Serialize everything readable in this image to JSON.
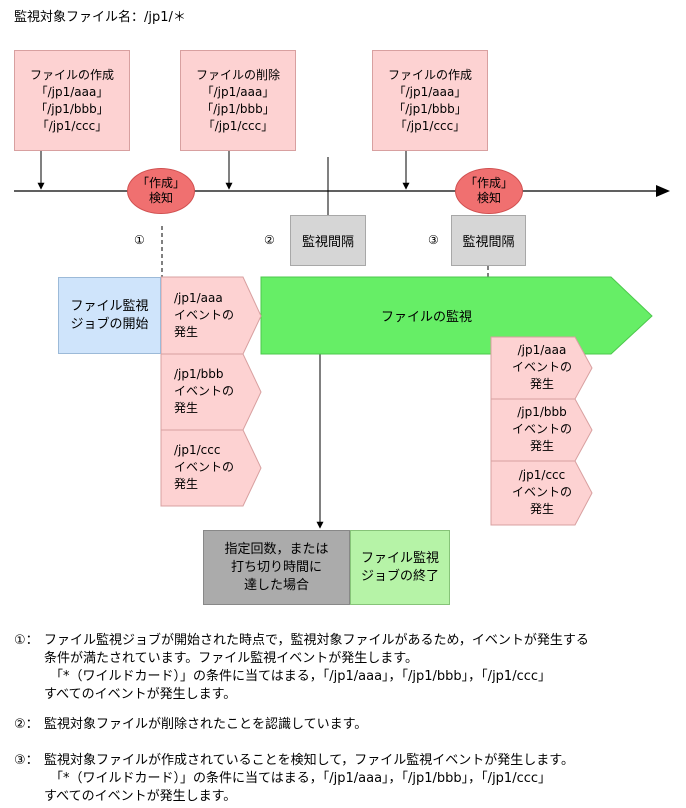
{
  "title": "監視対象ファイル名：/jp1/＊",
  "top_boxes": [
    {
      "lines": [
        "ファイルの作成",
        "「/jp1/aaa」",
        "「/jp1/bbb」",
        "「/jp1/ccc」"
      ]
    },
    {
      "lines": [
        "ファイルの削除",
        "「/jp1/aaa」",
        "「/jp1/bbb」",
        "「/jp1/ccc」"
      ]
    },
    {
      "lines": [
        "ファイルの作成",
        "「/jp1/aaa」",
        "「/jp1/bbb」",
        "「/jp1/ccc」"
      ]
    }
  ],
  "detections": [
    {
      "line1": "「作成」",
      "line2": "検知"
    },
    {
      "line1": "「作成」",
      "line2": "検知"
    }
  ],
  "markers": [
    "①",
    "②",
    "③"
  ],
  "interval_label": "監視間隔",
  "start_box": {
    "line1": "ファイル監視",
    "line2": "ジョブの開始"
  },
  "monitor_label": "ファイルの監視",
  "events_group1": [
    {
      "l1": "/jp1/aaa",
      "l2": "イベントの",
      "l3": "発生"
    },
    {
      "l1": "/jp1/bbb",
      "l2": "イベントの",
      "l3": "発生"
    },
    {
      "l1": "/jp1/ccc",
      "l2": "イベントの",
      "l3": "発生"
    }
  ],
  "events_group2": [
    {
      "l1": "/jp1/aaa",
      "l2": "イベントの",
      "l3": "発生"
    },
    {
      "l1": "/jp1/bbb",
      "l2": "イベントの",
      "l3": "発生"
    },
    {
      "l1": "/jp1/ccc",
      "l2": "イベントの",
      "l3": "発生"
    }
  ],
  "end_condition": {
    "line1": "指定回数，または",
    "line2": "打ち切り時間に",
    "line3": "達した場合"
  },
  "end_box": {
    "line1": "ファイル監視",
    "line2": "ジョブの終了"
  },
  "notes": [
    {
      "num": "①：",
      "lines": [
        "ファイル監視ジョブが開始された時点で，監視対象ファイルがあるため，イベントが発生する",
        "条件が満たされています。ファイル監視イベントが発生します。",
        "「*（ワイルドカード）」の条件に当てはまる，「/jp1/aaa」，「/jp1/bbb」，「/jp1/ccc」",
        "すべてのイベントが発生します。"
      ]
    },
    {
      "num": "②：",
      "lines": [
        "監視対象ファイルが削除されたことを認識しています。"
      ]
    },
    {
      "num": "③：",
      "lines": [
        "監視対象ファイルが作成されていることを検知して，ファイル監視イベントが発生します。",
        "「*（ワイルドカード）」の条件に当てはまる，「/jp1/aaa」，「/jp1/bbb」，「/jp1/ccc」",
        "すべてのイベントが発生します。"
      ]
    }
  ],
  "colors": {
    "pink_fill": "#fdd2d2",
    "detect_fill": "#f07070",
    "gray_fill": "#d6d6d6",
    "blue_fill": "#cfe4fb",
    "green_arrow": "#66ee66",
    "end_gray": "#ababab",
    "end_green": "#b6f3a7"
  }
}
